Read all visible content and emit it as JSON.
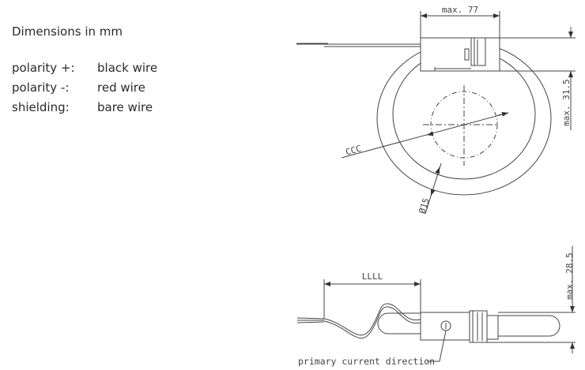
{
  "legend": {
    "title": "Dimensions in mm",
    "rows": [
      {
        "key": "polarity +:",
        "value": "black wire"
      },
      {
        "key": "polarity -:",
        "value": "red wire"
      },
      {
        "key": "shielding:",
        "value": "bare wire"
      }
    ]
  },
  "top_view": {
    "width_dim": "max. 77",
    "height_dim": "max. 31.5",
    "cable_label": "CCC",
    "hole_dim": "Ø15"
  },
  "side_view": {
    "length_dim": "LLLL",
    "height_dim": "max. 28.5",
    "arrow_label": "primary current direction"
  }
}
